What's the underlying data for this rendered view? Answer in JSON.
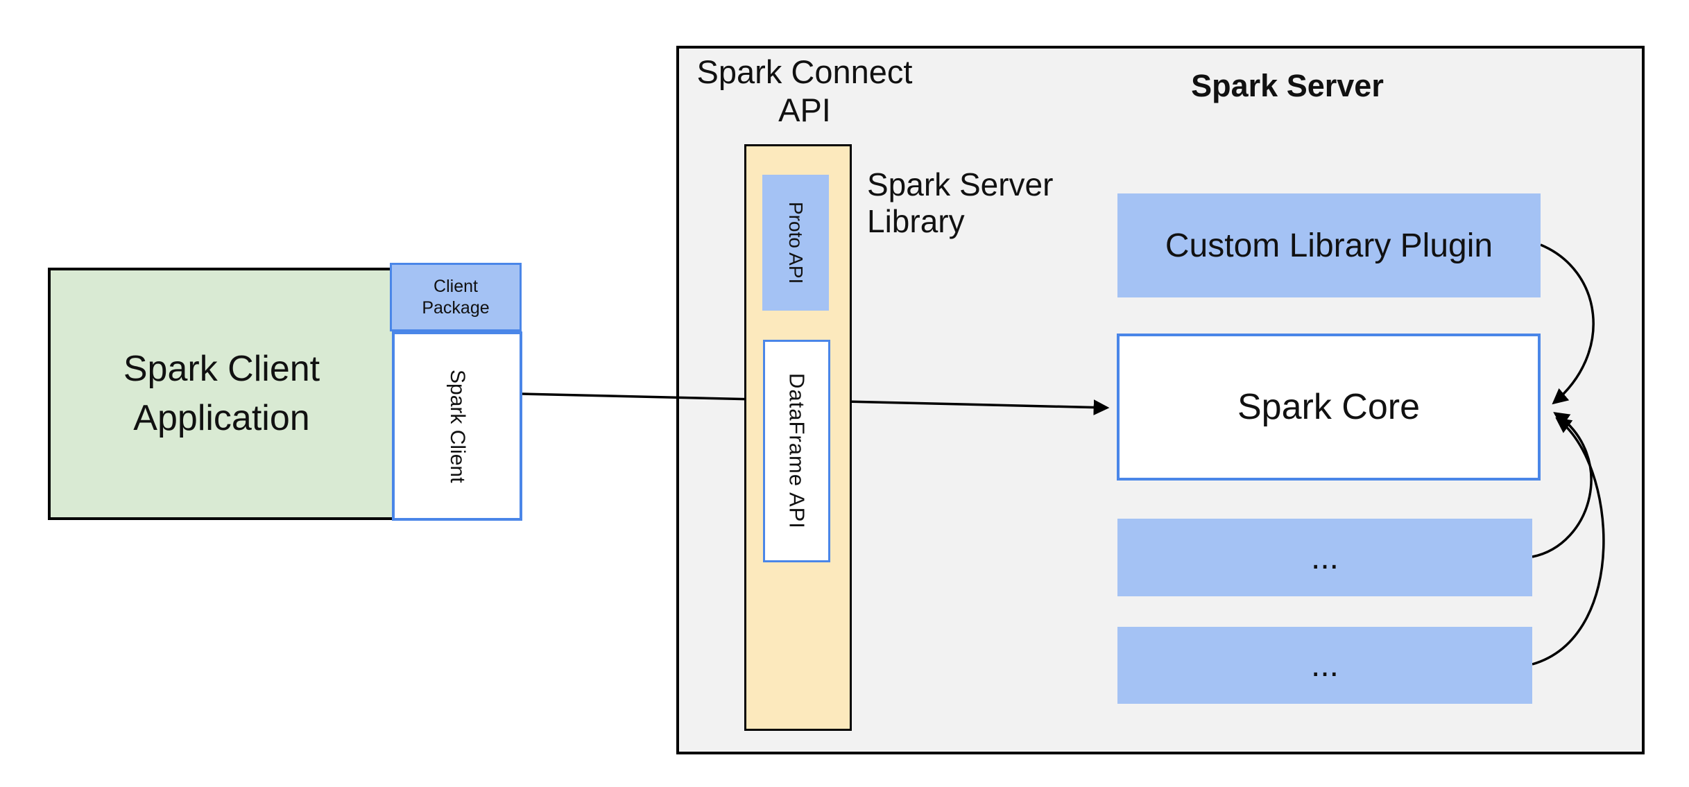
{
  "client": {
    "app": "Spark Client\nApplication",
    "package": "Client\nPackage",
    "spark_client": "Spark Client"
  },
  "connect_api": {
    "title": "Spark Connect\nAPI",
    "proto": "Proto API",
    "dataframe": "DataFrame API",
    "library_caption": "Spark Server\nLibrary"
  },
  "server": {
    "title": "Spark Server",
    "plugin": "Custom Library Plugin",
    "core": "Spark Core",
    "more_1": "...",
    "more_2": "..."
  },
  "arrows": {
    "client_to_core": "client-to-spark-core",
    "plugin_to_core": "custom-library-plugin-to-spark-core",
    "more1_to_core": "module-1-to-spark-core",
    "more2_to_core": "module-2-to-spark-core"
  },
  "colors": {
    "client_app_fill": "#d9ead3",
    "accent_fill": "#a4c2f4",
    "accent_border": "#4a86e8",
    "connect_column_fill": "#fce9bd",
    "server_fill": "#f2f2f2",
    "outline": "#000000"
  }
}
